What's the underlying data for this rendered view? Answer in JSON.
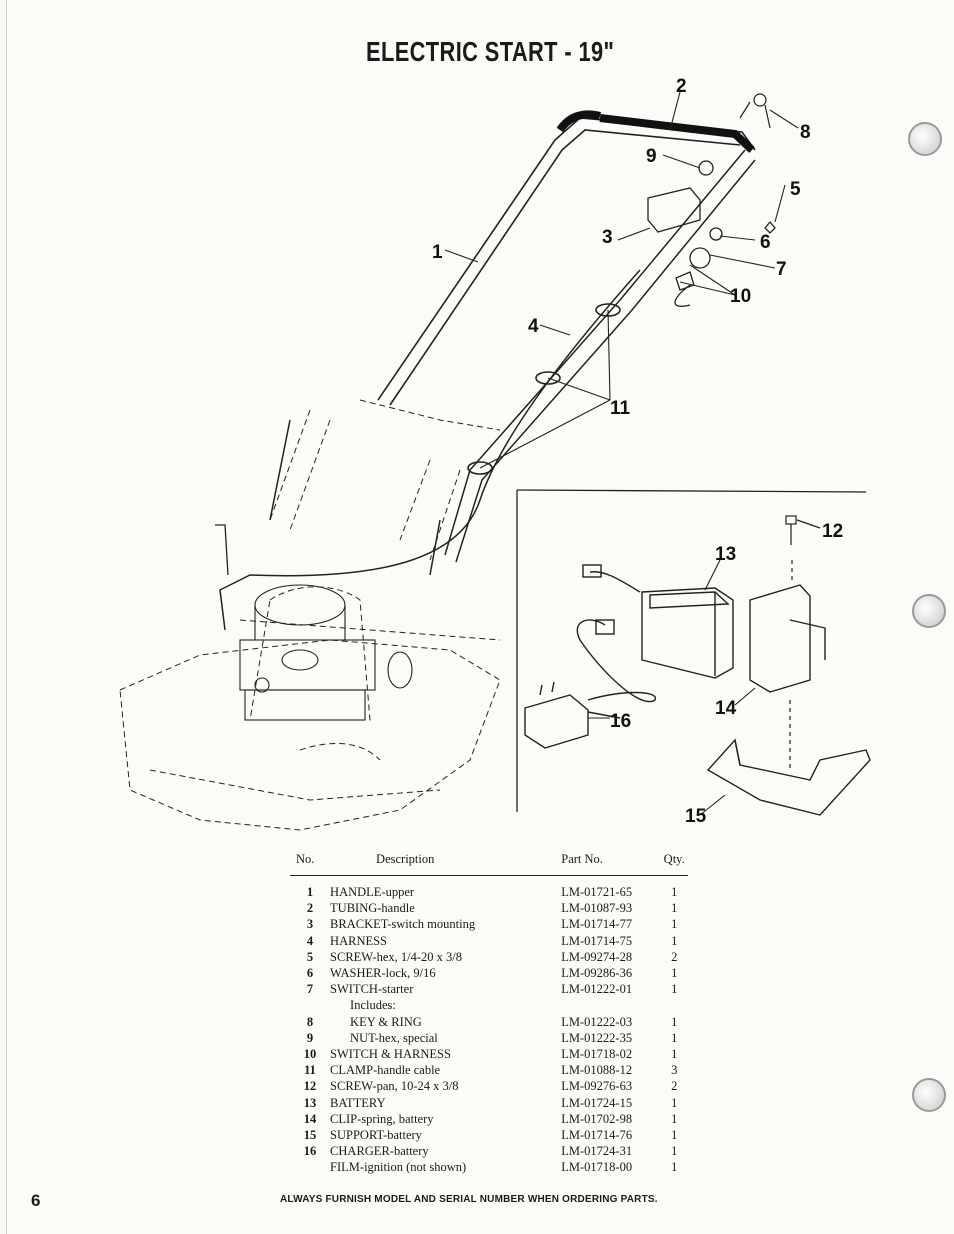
{
  "title": "ELECTRIC START - 19\"",
  "callouts": [
    "1",
    "2",
    "3",
    "4",
    "5",
    "6",
    "7",
    "8",
    "9",
    "10",
    "11",
    "12",
    "13",
    "14",
    "15",
    "16"
  ],
  "table": {
    "headers": {
      "no": "No.",
      "description": "Description",
      "part_no": "Part No.",
      "qty": "Qty."
    },
    "rows": [
      {
        "no": "1",
        "description": "HANDLE-upper",
        "part_no": "LM-01721-65",
        "qty": "1"
      },
      {
        "no": "2",
        "description": "TUBING-handle",
        "part_no": "LM-01087-93",
        "qty": "1"
      },
      {
        "no": "3",
        "description": "BRACKET-switch mounting",
        "part_no": "LM-01714-77",
        "qty": "1"
      },
      {
        "no": "4",
        "description": "HARNESS",
        "part_no": "LM-01714-75",
        "qty": "1"
      },
      {
        "no": "5",
        "description": "SCREW-hex, 1/4-20 x 3/8",
        "part_no": "LM-09274-28",
        "qty": "2"
      },
      {
        "no": "6",
        "description": "WASHER-lock, 9/16",
        "part_no": "LM-09286-36",
        "qty": "1"
      },
      {
        "no": "7",
        "description": "SWITCH-starter",
        "part_no": "LM-01222-01",
        "qty": "1"
      },
      {
        "no": "",
        "description": "Includes:",
        "part_no": "",
        "qty": "",
        "indent": true
      },
      {
        "no": "8",
        "description": "KEY & RING",
        "part_no": "LM-01222-03",
        "qty": "1",
        "indent": true
      },
      {
        "no": "9",
        "description": "NUT-hex, special",
        "part_no": "LM-01222-35",
        "qty": "1",
        "indent": true
      },
      {
        "no": "10",
        "description": "SWITCH & HARNESS",
        "part_no": "LM-01718-02",
        "qty": "1"
      },
      {
        "no": "11",
        "description": "CLAMP-handle cable",
        "part_no": "LM-01088-12",
        "qty": "3"
      },
      {
        "no": "12",
        "description": "SCREW-pan, 10-24 x 3/8",
        "part_no": "LM-09276-63",
        "qty": "2"
      },
      {
        "no": "13",
        "description": "BATTERY",
        "part_no": "LM-01724-15",
        "qty": "1"
      },
      {
        "no": "14",
        "description": "CLIP-spring, battery",
        "part_no": "LM-01702-98",
        "qty": "1"
      },
      {
        "no": "15",
        "description": "SUPPORT-battery",
        "part_no": "LM-01714-76",
        "qty": "1"
      },
      {
        "no": "16",
        "description": "CHARGER-battery",
        "part_no": "LM-01724-31",
        "qty": "1"
      },
      {
        "no": "",
        "description": "FILM-ignition (not shown)",
        "part_no": "LM-01718-00",
        "qty": "1"
      }
    ]
  },
  "page_number": "6",
  "footer": "ALWAYS FURNISH MODEL AND SERIAL NUMBER WHEN ORDERING PARTS."
}
